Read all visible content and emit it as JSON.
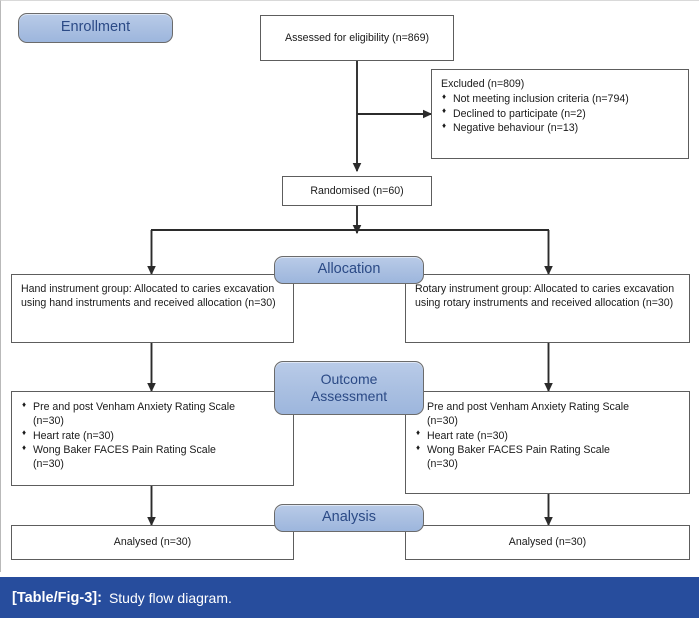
{
  "figure": {
    "caption_label": "[Table/Fig-3]:",
    "caption_text": "Study flow diagram.",
    "caption_bar_color": "#274d9d",
    "badge_fill_color": "#a9bfe1",
    "badge_text_color": "#2b4a86",
    "box_border_color": "#5d5d5d"
  },
  "stage_badges": {
    "enrollment": "Enrollment",
    "allocation": "Allocation",
    "outcome_assessment_line1": "Outcome",
    "outcome_assessment_line2": "Assessment",
    "analysis": "Analysis"
  },
  "enrollment": {
    "assessed": "Assessed for eligibility (n=869)",
    "excluded_title": "Excluded (n=809)",
    "excluded_reasons": [
      "Not meeting inclusion criteria (n=794)",
      "Declined to participate (n=2)",
      "Negative behaviour (n=13)"
    ],
    "randomised": "Randomised (n=60)"
  },
  "allocation": {
    "left": "Hand instrument group: Allocated to caries excavation using hand instruments and received allocation (n=30)",
    "right": "Rotary instrument group: Allocated to caries excavation using rotary instruments and received allocation (n=30)"
  },
  "outcomes": {
    "left": [
      {
        "main": "Pre and post Venham Anxiety Rating Scale",
        "sub": "(n=30)"
      },
      {
        "main": "Heart rate (n=30)",
        "sub": ""
      },
      {
        "main": "Wong Baker FACES Pain Rating Scale",
        "sub": "(n=30)"
      }
    ],
    "right": [
      {
        "main": "Pre and post Venham Anxiety Rating Scale",
        "sub": "(n=30)"
      },
      {
        "main": "Heart rate (n=30)",
        "sub": ""
      },
      {
        "main": "Wong Baker FACES Pain Rating Scale",
        "sub": "(n=30)"
      }
    ]
  },
  "analysis": {
    "left": "Analysed (n=30)",
    "right": "Analysed (n=30)"
  }
}
